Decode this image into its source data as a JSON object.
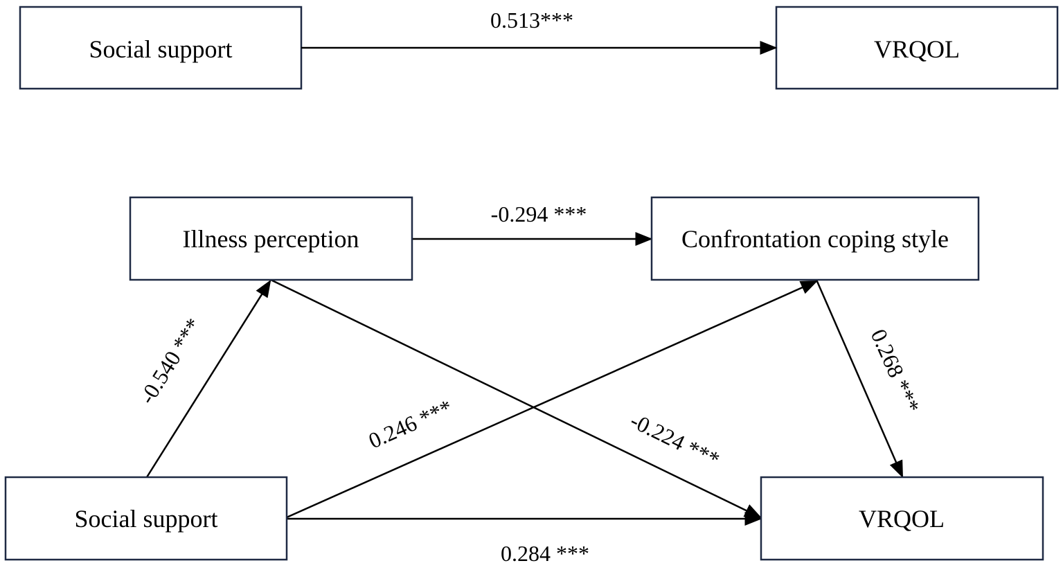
{
  "total_effect": {
    "source": "Social support",
    "target": "VRQOL",
    "coefficient": "0.513***"
  },
  "mediation_model": {
    "nodes": {
      "illness_perception": "Illness perception",
      "confrontation_coping_style": "Confrontation coping style",
      "social_support": "Social support",
      "vrqol": "VRQOL"
    },
    "paths": {
      "illness_to_coping": "-0.294 ***",
      "support_to_illness": "-0.540 ***",
      "support_to_coping": "0.246 ***",
      "illness_to_vrqol": "-0.224 ***",
      "coping_to_vrqol": "0.268 ***",
      "support_to_vrqol": "0.284 ***"
    }
  },
  "colors": {
    "box_border": "#1f2a44",
    "line": "#000000",
    "text": "#000000"
  }
}
